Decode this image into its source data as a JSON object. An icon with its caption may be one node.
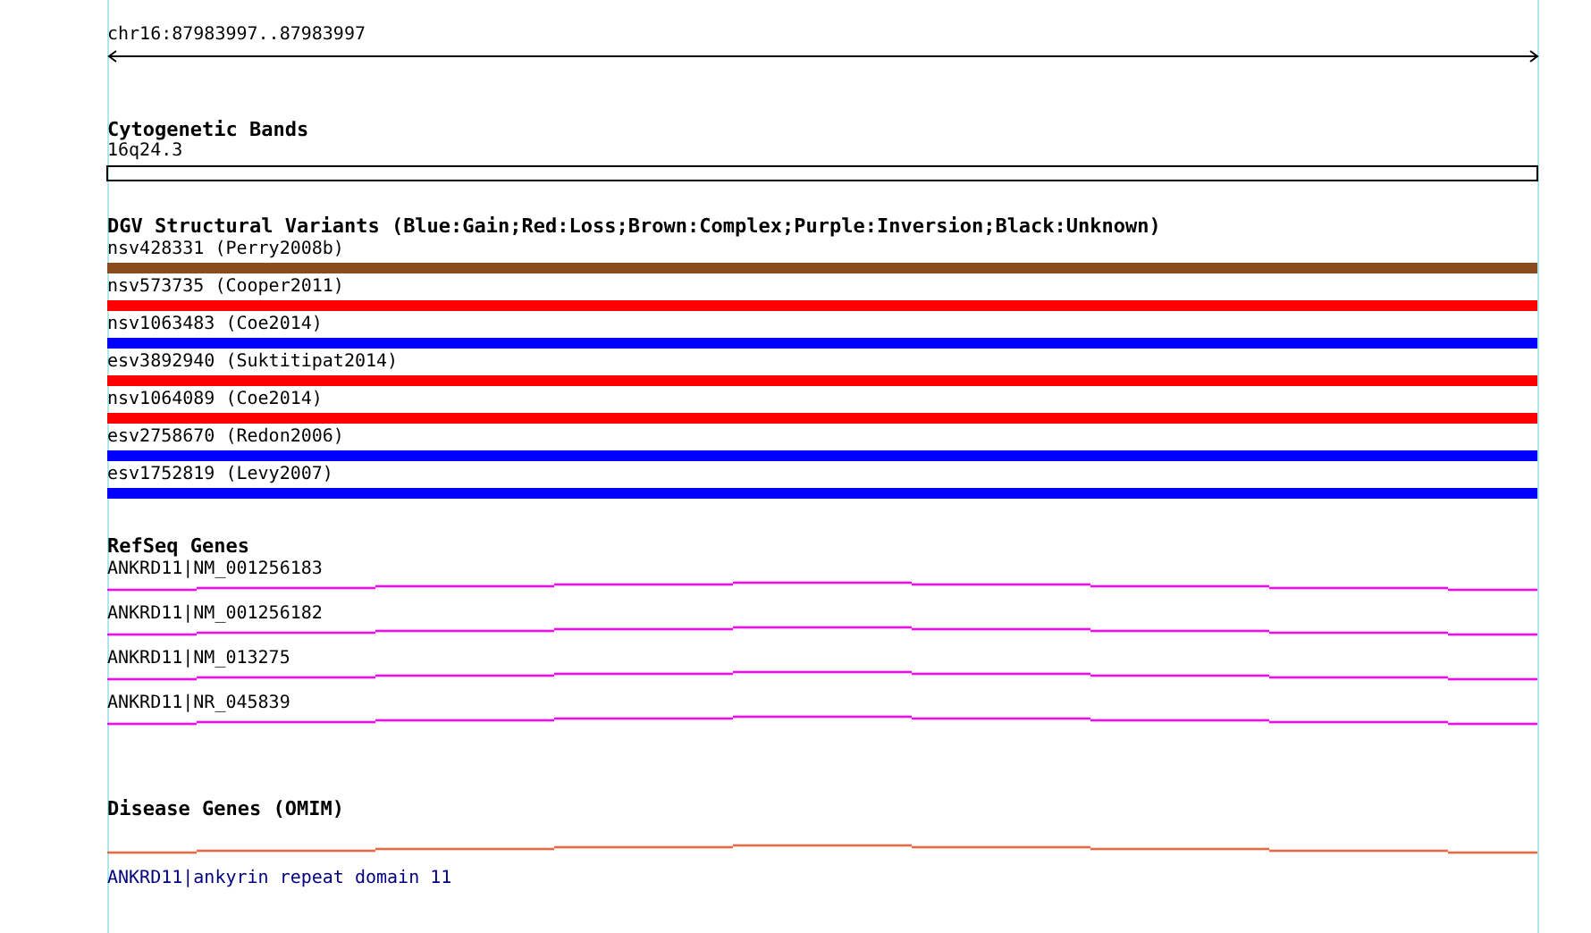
{
  "diagram": {
    "labels": [
      "chr16:87983997..87983997",
      "Cytogenetic Bands",
      "16q24.3",
      "DGV Structural Variants (Blue:Gain;Red:Loss;Brown:Complex;Purple:Inversion;Black:Unknown)",
      "nsv428331 (Perry2008b)",
      "nsv573735 (Cooper2011)",
      "nsv1063483 (Coe2014)",
      "esv3892940 (Suktitipat2014)",
      "nsv1064089 (Coe2014)",
      "esv2758670 (Redon2006)",
      "esv1752819 (Levy2007)",
      "RefSeq Genes",
      "ANKRD11|NM_001256183",
      "ANKRD11|NM_001256182",
      "ANKRD11|NM_013275",
      "ANKRD11|NR_045839",
      "Disease Genes (OMIM)",
      "ANKRD11|ankyrin repeat domain 11"
    ]
  }
}
